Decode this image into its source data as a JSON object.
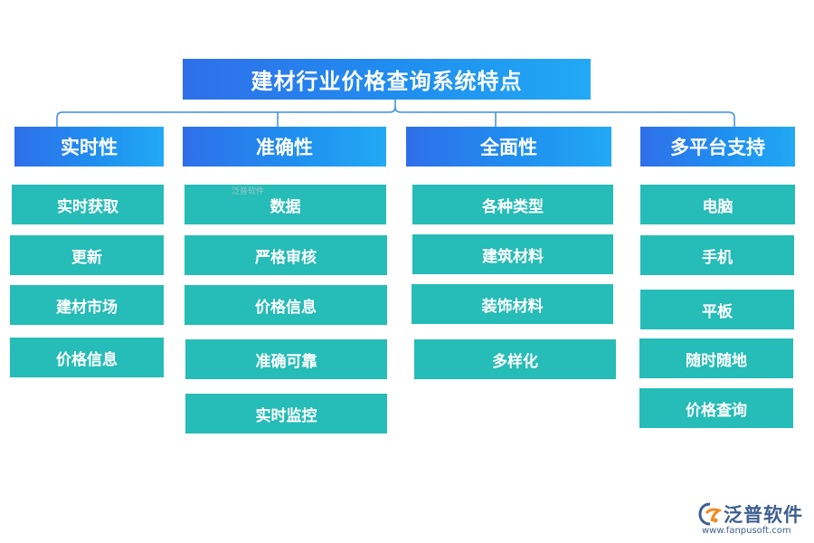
{
  "title": "建材行业价格查询系统特点",
  "categories": [
    {
      "label": "实时性",
      "items": [
        "实时获取",
        "更新",
        "建材市场",
        "价格信息"
      ]
    },
    {
      "label": "准确性",
      "items": [
        "数据",
        "严格审核",
        "价格信息",
        "准确可靠",
        "实时监控"
      ]
    },
    {
      "label": "全面性",
      "items": [
        "各种类型",
        "建筑材料",
        "装饰材料",
        "多样化"
      ]
    },
    {
      "label": "多平台支持",
      "items": [
        "电脑",
        "手机",
        "平板",
        "随时随地",
        "价格查询"
      ]
    }
  ],
  "watermark": {
    "small": "泛普软件"
  },
  "logo": {
    "brand": "泛普软件",
    "url": "www.fanpusoft.com"
  },
  "colors": {
    "header": "#1f8ff0",
    "item": "#26bcb7",
    "line": "#3a8ee6"
  }
}
